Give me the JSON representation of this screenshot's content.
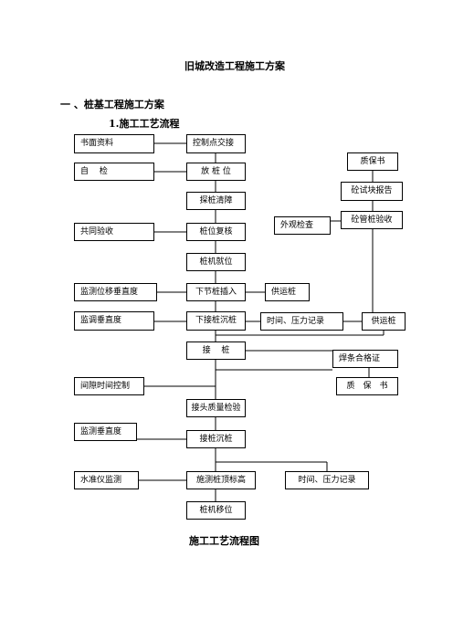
{
  "doc": {
    "title": "旧城改造工程施工方案",
    "section_heading": "一 、桩基工程施工方案",
    "subsection_heading": "1.施工工艺流程",
    "figure_caption": "施工工艺流程图"
  },
  "flow": {
    "shumian_ziliao": "书面资料",
    "kongzhidian_jiaojie": "控制点交接",
    "zijian": "自　 检",
    "fang_zhuwei": "放 桩 位",
    "zhibaoshu": "质保书",
    "shikuai_baogao": "砼试块报告",
    "tanzhu_qingzhang": "探桩清障",
    "tongguan_zhuyanshou": "砼管桩验收",
    "waiguan_jiancha": "外观检查",
    "gongtong_yanshou": "共同验收",
    "zhuwei_fuhe": "桩位复核",
    "zhuji_jiuwei": "桩机就位",
    "jiance_yichui": "监测位移垂直度",
    "xiajie_charu": "下节桩插入",
    "gongyunzhu_1": "供运桩",
    "jiance_chuizhi_1": "监调垂直度",
    "xiajie_chenzhu": "下接桩沉桩",
    "shijian_yali_1": "时间、压力记录",
    "gongyunzhu_2": "供运桩",
    "jiezhu": "接　 桩",
    "hantiao_hege": "焊条合格证",
    "jianxi_kongzhi": "间隙时间控制",
    "zhibaoshu_2": "质　保　书",
    "jietou_jianyan": "接头质量检验",
    "jiance_chuizhi_2": "监测垂直度",
    "jiezhu_chenzhu": "接桩沉桩",
    "shuizhunyi": "水准仪监测",
    "shice_biaogao": "施测桩顶标高",
    "shijian_yali_2": "时间、压力记录",
    "zhuji_yiwei": "桩机移位"
  }
}
